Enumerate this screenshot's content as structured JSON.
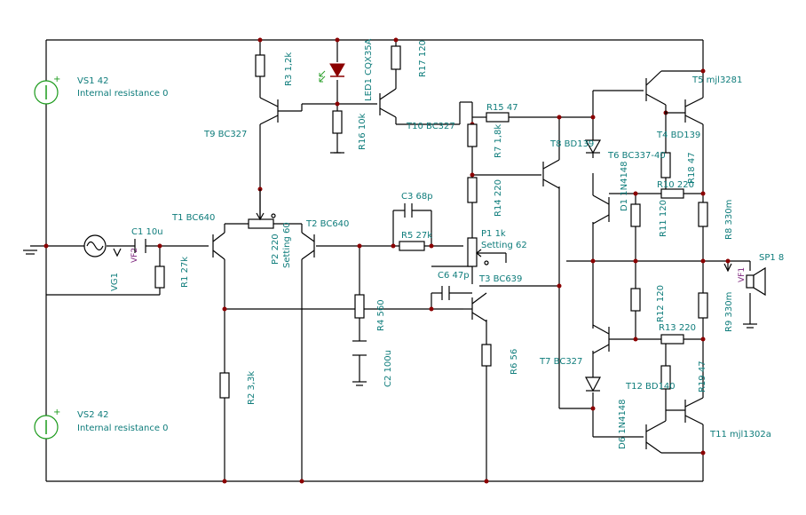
{
  "sources": {
    "vs1": {
      "name": "VS1 42",
      "detail": "Internal resistance 0",
      "plus": "+"
    },
    "vs2": {
      "name": "VS2 42",
      "detail": "Internal resistance 0",
      "plus": "+"
    },
    "vg1": "VG1"
  },
  "probes": {
    "vf1": "VF1",
    "vf2": "VF2"
  },
  "speaker": "SP1 8",
  "transistors": {
    "t1": "T1 BC640",
    "t2": "T2 BC640",
    "t3": "T3 BC639",
    "t4": "T4 BD139",
    "t5": "T5 mjl3281",
    "t6": "T6 BC337-40",
    "t7": "T7 BC327",
    "t8": "T8 BD139",
    "t9": "T9 BC327",
    "t10": "T10 BC327",
    "t11": "T11 mjl1302a",
    "t12": "T12 BD140"
  },
  "resistors": {
    "r1": "R1 27k",
    "r2": "R2 3,3k",
    "r3": "R3 1,2k",
    "r4": "R4 560",
    "r5": "R5 27k",
    "r6": "R6 56",
    "r7": "R7 1,8k",
    "r8": "R8 330m",
    "r9": "R9 330m",
    "r10": "R10 220",
    "r11": "R11 120",
    "r12": "R12 120",
    "r13": "R13 220",
    "r14": "R14 220",
    "r15": "R15 47",
    "r16": "R16 10k",
    "r17": "R17 120",
    "r18": "R18 47",
    "r19": "R19 47"
  },
  "capacitors": {
    "c1": "C1 10u",
    "c2": "C2 100u",
    "c3": "C3 68p",
    "c6": "C6 47p"
  },
  "diodes": {
    "d1": "D1 1N4148",
    "d6": "D6 1N4148",
    "led": "LED1 CQX35A"
  },
  "pots": {
    "p1": {
      "name": "P1 1k",
      "setting": "Setting 62"
    },
    "p2": {
      "name": "P2 220",
      "setting": "Setting 60"
    }
  },
  "colors": {
    "wire": "#000000",
    "label": "#0e7c7b",
    "junction": "#8b0000",
    "source": "#1a9a1a",
    "led": "#8b0000",
    "probe": "#7a1f7a"
  }
}
